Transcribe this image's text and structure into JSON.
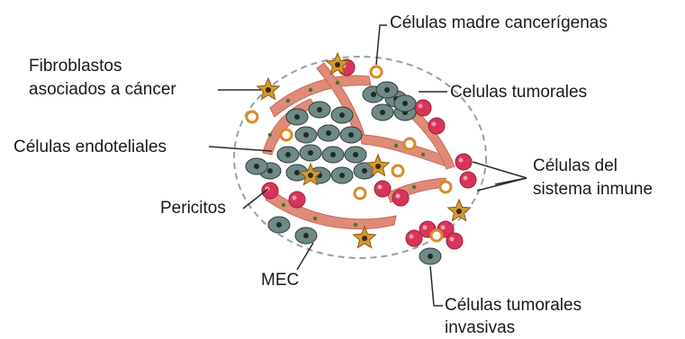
{
  "labels": {
    "stem_cells": "Células madre cancerígenas",
    "caf_line1": "Fibroblastos",
    "caf_line2": "asociados a cáncer",
    "tumor_cells": "Celulas tumorales",
    "endothelial": "Células endoteliales",
    "immune_line1": "Células del",
    "immune_line2": "sistema inmune",
    "pericytes": "Pericitos",
    "ecm": "MEC",
    "invasive_line1": "Células tumorales",
    "invasive_line2": "invasivas"
  },
  "colors": {
    "tumor_cell": "#6f8a86",
    "tumor_nucleus": "#1f2a28",
    "vessel": "#e08a78",
    "immune_cell": "#d8345a",
    "fibroblast": "#d39a2c",
    "stem_ring": "#d98a2a",
    "pericyte": "#3a7a2a",
    "outline": "#9aa0a0"
  }
}
